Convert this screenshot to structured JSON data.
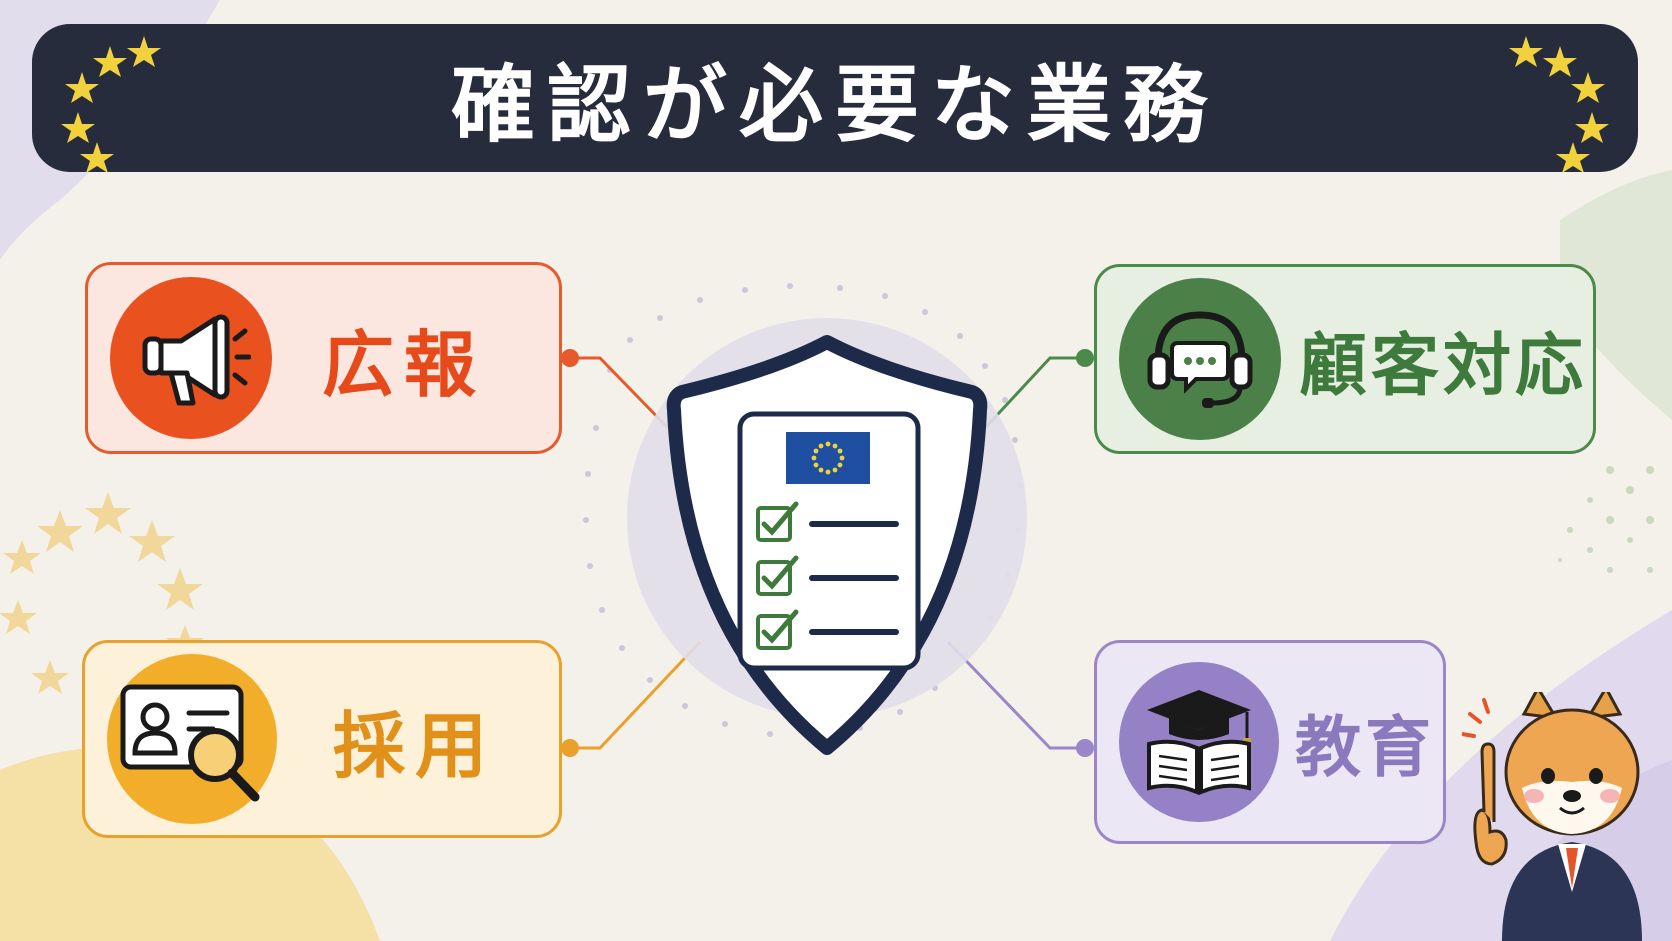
{
  "title": "確認が必要な業務",
  "cards": {
    "pr": {
      "label": "広報",
      "icon": "megaphone-icon",
      "color": "#e9511f"
    },
    "customer_support": {
      "label": "顧客対応",
      "icon": "headset-chat-icon",
      "color": "#4b8048"
    },
    "hr": {
      "label": "採用",
      "icon": "id-card-magnifier-icon",
      "color": "#f2ad2b"
    },
    "education": {
      "label": "教育",
      "icon": "graduation-book-icon",
      "color": "#9481c6"
    }
  },
  "center": {
    "icon": "shield-checklist-eu-flag-icon",
    "accent": "#1e2a4a",
    "flag_color": "#1f4fa0"
  },
  "character": {
    "icon": "shiba-dog-in-suit-pointing"
  }
}
